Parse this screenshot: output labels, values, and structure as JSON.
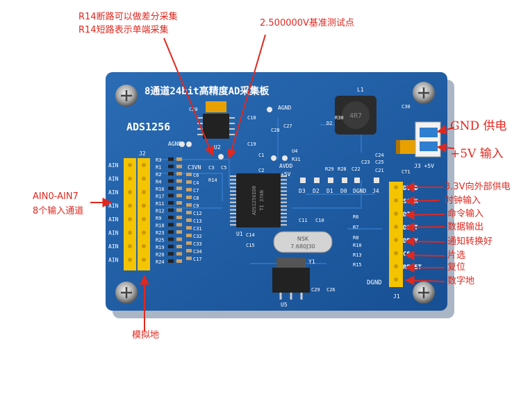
{
  "annotations": {
    "r14_open": "R14断路可以做差分采集",
    "r14_short": "R14短路表示单端采集",
    "vref_test": "2.500000V基准测试点",
    "ain_range": "AIN0-AIN7",
    "ain_count": "8个输入通道",
    "analog_gnd": "模拟地",
    "gnd_supply": "GND 供电",
    "plus5v_input": "+5V 输入",
    "out_3v3": "3.3V向外部供电",
    "clock_input": "时钟输入",
    "cmd_input": "命令输入",
    "data_output": "数据输出",
    "conv_done": "通知转换好",
    "chip_select": "片选",
    "reset": "复位",
    "digital_gnd": "数字地"
  },
  "board": {
    "title": "8通道24bit高精度AD采集板",
    "model": "ADS1256",
    "chip_marking": [
      "ADS1256IDB",
      "TI 37AN"
    ],
    "crystal_marking": [
      "NSK",
      "7.680J30"
    ],
    "inductor_marking": "4R7",
    "left_header_label": "J2",
    "ain_label": "AIN",
    "right_pins": [
      "DVDD",
      "SCLK",
      "DIN",
      "DOUT",
      "DRDY",
      "CS",
      "RESET"
    ],
    "right_header_label": "J1",
    "dgnd_label": "DGND",
    "power_conn_label": "J3 +5V",
    "led_row": [
      "D3",
      "D2",
      "D1",
      "D0",
      "DGND",
      "J4"
    ],
    "agnd_labels": [
      "AGND",
      "AGND",
      "AVDD",
      "+5V",
      "C3VN"
    ],
    "resistors_left": [
      "R3",
      "R1",
      "R2",
      "R4",
      "R16",
      "R17",
      "R11",
      "R12",
      "R9",
      "R18",
      "R23",
      "R25",
      "R19",
      "R20",
      "R24"
    ],
    "caps_left": [
      "C6",
      "C4",
      "C7",
      "C8",
      "C9",
      "C12",
      "C13",
      "C31",
      "C32",
      "C33",
      "C34",
      "C17"
    ],
    "misc_labels": [
      "C20",
      "U2",
      "C18",
      "C19",
      "C28",
      "C27",
      "C1",
      "C2",
      "C3",
      "C5",
      "R14",
      "R31",
      "U4",
      "L1",
      "R30",
      "D2",
      "C30",
      "C23",
      "C25",
      "C21",
      "C29",
      "C26",
      "U1",
      "C14",
      "C15",
      "C11",
      "C10",
      "Y1",
      "U5",
      "R6",
      "R7",
      "R8",
      "R10",
      "R13",
      "R15",
      "CT1",
      "R29",
      "R28",
      "C22",
      "C24"
    ]
  },
  "colors": {
    "annotation": "#e0281f",
    "pcb": "#1f5fa8",
    "pcb_dark": "#164b8a",
    "header": "#f5c400",
    "connector": "#2f7fd0",
    "tantalum": "#e8a000"
  }
}
